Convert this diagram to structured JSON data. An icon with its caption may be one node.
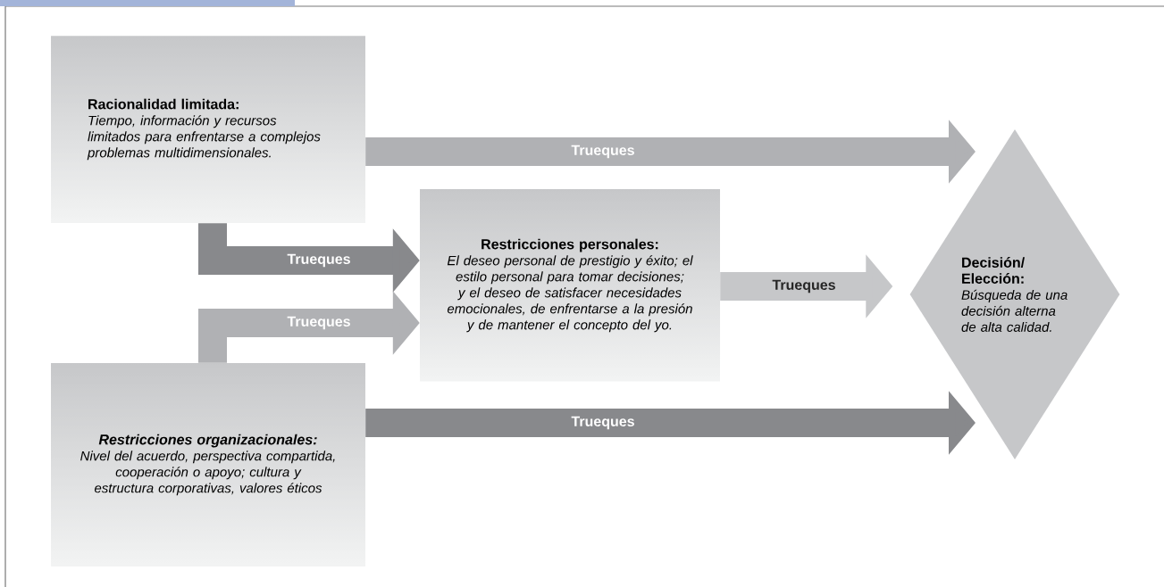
{
  "diagram": {
    "nodes": [
      {
        "text": [
          "Racionalidad limitada:",
          "Tiempo, información y recursos limitados para enfrentarse a complejos problemas multidimensionales."
        ]
      },
      {
        "text": [
          "Restricciones personales:",
          "El deseo personal de prestigio y éxito; el estilo personal para tomar decisiones; y el deseo de satisfacer necesidades emocionales, de enfrentarse a la presión y de mantener el concepto del yo."
        ]
      },
      {
        "text": [
          "Restricciones organizacionales:",
          "Nivel del acuerdo, perspectiva compartida, cooperación o apoyo; cultura y estructura corporativas, valores éticos"
        ]
      },
      {
        "text": [
          "Decisión/ Elección:",
          "Búsqueda de una decisión alterna de alta calidad."
        ]
      }
    ],
    "edges": [
      {
        "from": 0,
        "to": 3,
        "arrow": "to",
        "label": "Trueques",
        "color": "#b0b1b4"
      },
      {
        "from": 0,
        "to": 1,
        "arrow": "to",
        "label": "Trueques",
        "color": "#88898c"
      },
      {
        "from": 2,
        "to": 1,
        "arrow": "to",
        "label": "Trueques",
        "color": "#b0b1b4"
      },
      {
        "from": 1,
        "to": 3,
        "arrow": "to",
        "label": "Trueques",
        "color": "#c6c7c9"
      },
      {
        "from": 2,
        "to": 3,
        "arrow": "to",
        "label": "Trueques",
        "color": "#88898c"
      }
    ]
  }
}
